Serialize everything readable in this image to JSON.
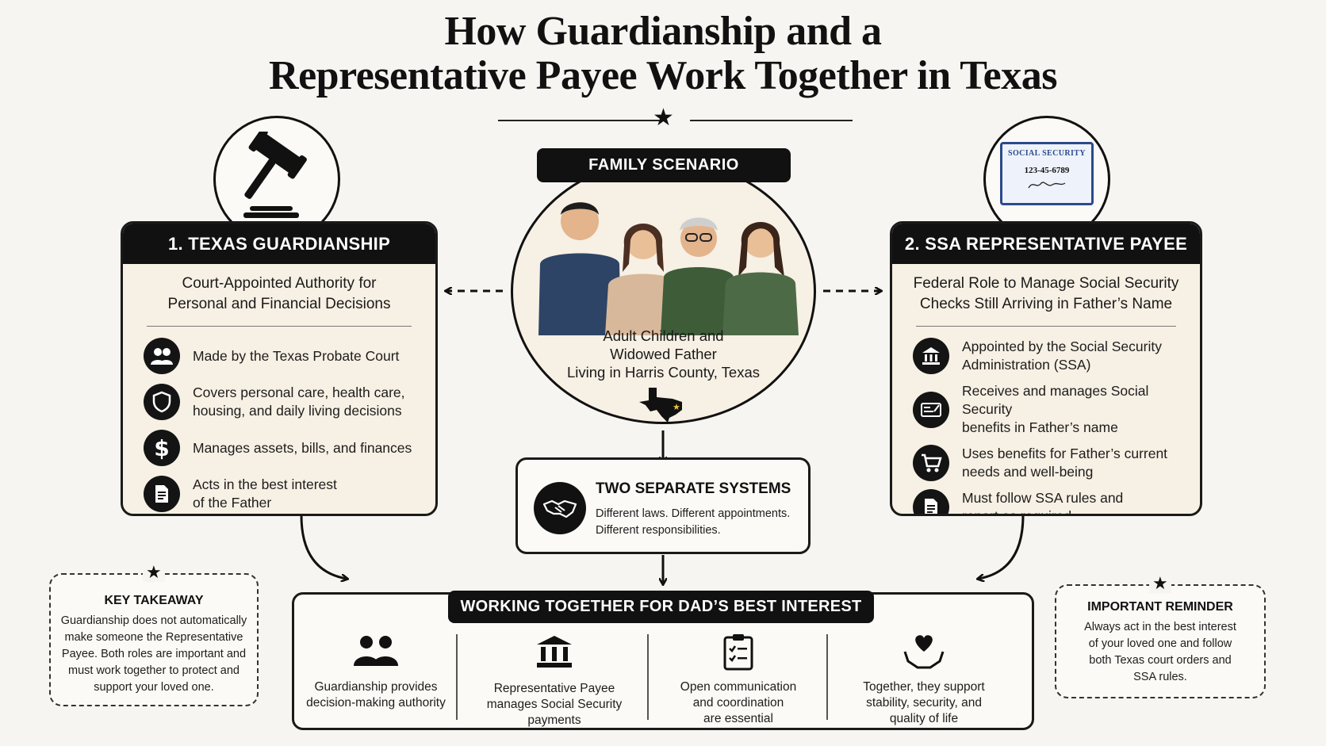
{
  "title": {
    "line1": "How Guardianship and a",
    "line2": "Representative Payee Work Together in Texas"
  },
  "guardianship": {
    "heading": "1. TEXAS GUARDIANSHIP",
    "subtitle_line1": "Court-Appointed Authority for",
    "subtitle_line2": "Personal and Financial Decisions",
    "items": [
      {
        "icon": "people-icon",
        "line1": "Made by the Texas Probate Court",
        "line2": ""
      },
      {
        "icon": "shield-icon",
        "line1": "Covers personal care, health care,",
        "line2": "housing, and daily living decisions"
      },
      {
        "icon": "dollar-icon",
        "line1": "Manages assets, bills, and finances",
        "line2": ""
      },
      {
        "icon": "document-icon",
        "line1": "Acts in the best interest",
        "line2": "of the Father"
      }
    ]
  },
  "scenario": {
    "label": "FAMILY SCENARIO",
    "line1": "Adult Children and",
    "line2": "Widowed Father",
    "line3": "Living in Harris County, Texas"
  },
  "ssa_card": {
    "card_title": "SOCIAL SECURITY",
    "card_number": "123-45-6789"
  },
  "payee": {
    "heading": "2. SSA REPRESENTATIVE PAYEE",
    "subtitle_line1": "Federal Role to Manage Social Security",
    "subtitle_line2": "Checks Still Arriving in Father’s Name",
    "items": [
      {
        "icon": "bank-icon",
        "line1": "Appointed by the Social Security",
        "line2": "Administration (SSA)"
      },
      {
        "icon": "check-icon",
        "line1": "Receives and manages Social Security",
        "line2": "benefits in Father’s name"
      },
      {
        "icon": "cart-icon",
        "line1": "Uses benefits for Father’s current",
        "line2": "needs and well-being"
      },
      {
        "icon": "report-icon",
        "line1": "Must follow SSA rules and",
        "line2": "report as required"
      }
    ]
  },
  "systems": {
    "heading": "TWO SEPARATE SYSTEMS",
    "line1": "Different laws. Different appointments.",
    "line2": "Different responsibilities."
  },
  "takeaway": {
    "title": "KEY TAKEAWAY",
    "lines": [
      "Guardianship does not automatically",
      "make someone the Representative",
      "Payee. Both roles are important and",
      "must work together to protect and",
      "support your loved one."
    ]
  },
  "reminder": {
    "title": "IMPORTANT REMINDER",
    "lines": [
      "Always act in the best interest",
      "of your loved one and follow",
      "both Texas court orders and",
      "SSA rules."
    ]
  },
  "together": {
    "heading": "WORKING TOGETHER FOR DAD’S BEST INTEREST",
    "columns": [
      {
        "icon": "people-icon",
        "lines": [
          "Guardianship provides",
          "decision-making authority",
          ""
        ]
      },
      {
        "icon": "bank-icon",
        "lines": [
          "Representative Payee",
          "manages Social Security",
          "payments"
        ]
      },
      {
        "icon": "clipboard-icon",
        "lines": [
          "Open communication",
          "and coordination",
          "are essential"
        ]
      },
      {
        "icon": "heart-hands-icon",
        "lines": [
          "Together, they support",
          "stability, security, and",
          "quality of life"
        ]
      }
    ]
  }
}
